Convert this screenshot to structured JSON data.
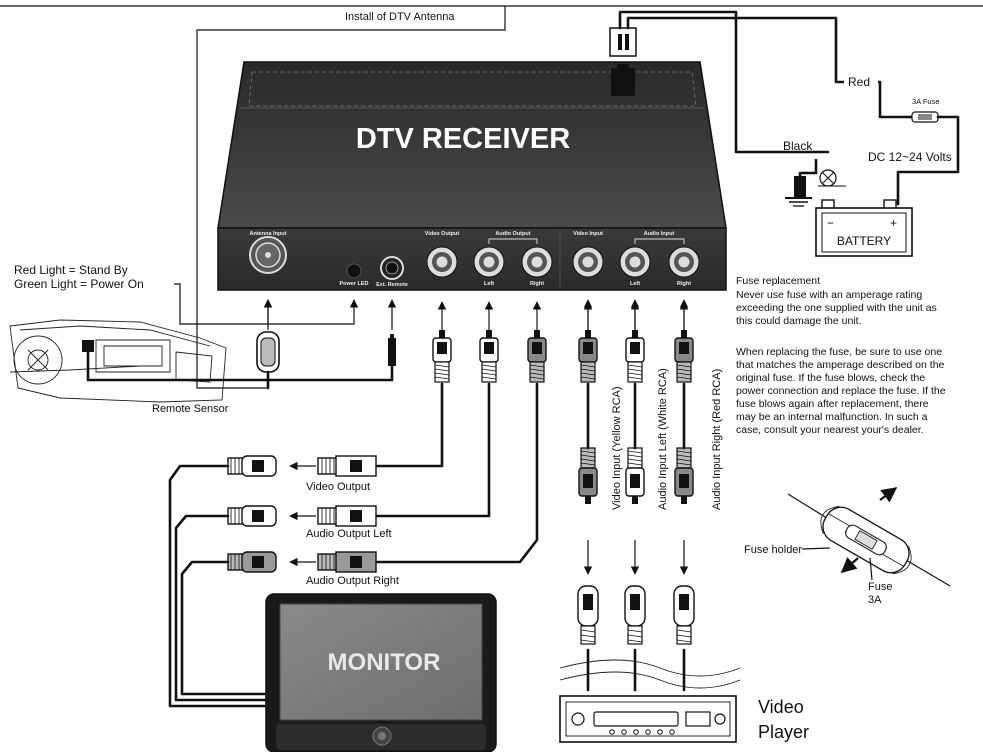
{
  "title_note": "Install of DTV Antenna",
  "receiver": {
    "title": "DTV RECEIVER",
    "antenna_input": "Antenna Input",
    "power_led": "Power LED",
    "ext_remote": "Ext. Remote",
    "video_output": "Video Output",
    "audio_output": "Audio Output",
    "video_input": "Video Input",
    "audio_input": "Audio Input",
    "left": "Left",
    "right": "Right"
  },
  "led_legend": {
    "red": "Red Light = Stand By",
    "green": "Green Light = Power On"
  },
  "remote_sensor": "Remote Sensor",
  "power": {
    "red": "Red",
    "black": "Black",
    "fuse": "3A Fuse",
    "volts": "DC 12~24 Volts",
    "battery": "BATTERY",
    "minus": "−",
    "plus": "+"
  },
  "fuse_text": {
    "heading": "Fuse replacement",
    "para1": [
      "Never use fuse with an amperage rating",
      "exceeding the one supplied with the unit as",
      "this could damage the unit."
    ],
    "para2": [
      "When replacing the fuse, be sure to use one",
      "that matches the amperage described on the",
      "original fuse. If the fuse blows, check the",
      "power connection and replace the fuse. If the",
      "fuse blows again after replacement, there",
      "may be an internal malfunction. In such a",
      "case, consult your nearest your's dealer."
    ]
  },
  "fuse_holder": "Fuse holder",
  "fuse_label": [
    "Fuse",
    "3A"
  ],
  "outputs": {
    "video": "Video Output",
    "audio_left": "Audio Output Left",
    "audio_right": "Audio Output Right"
  },
  "inputs": {
    "video": "Video Input (Yellow RCA)",
    "audio_left": "Audio Input Left (White RCA)",
    "audio_right": "Audio Input Right (Red RCA)"
  },
  "monitor": "MONITOR",
  "video_player": [
    "Video",
    "Player"
  ]
}
